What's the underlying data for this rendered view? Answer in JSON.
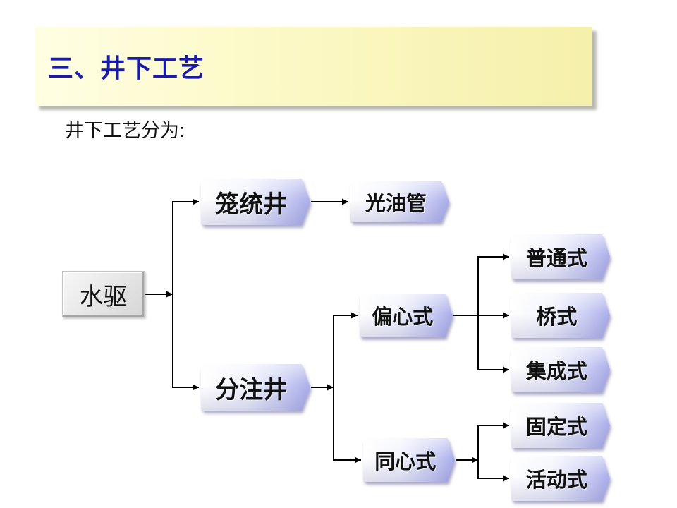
{
  "slide": {
    "title": "三、井下工艺",
    "subtitle": "井下工艺分为:"
  },
  "diagram": {
    "nodes": {
      "root": {
        "label": "水驱"
      },
      "longtong": {
        "label": "笼统井"
      },
      "guangyouguan": {
        "label": "光油管"
      },
      "fenzhu": {
        "label": "分注井"
      },
      "pianxin": {
        "label": "偏心式"
      },
      "tongxin": {
        "label": "同心式"
      },
      "putong": {
        "label": "普通式"
      },
      "qiao": {
        "label": "桥式"
      },
      "jicheng": {
        "label": "集成式"
      },
      "guding": {
        "label": "固定式"
      },
      "huodong": {
        "label": "活动式"
      }
    }
  },
  "colors": {
    "title": "#1a1aa8",
    "banner_start": "#fffee3",
    "banner_end": "#f5f0aa",
    "node_light": "#ffffff",
    "node_dark": "#abaeea",
    "connector": "#000000",
    "text": "#111111"
  }
}
